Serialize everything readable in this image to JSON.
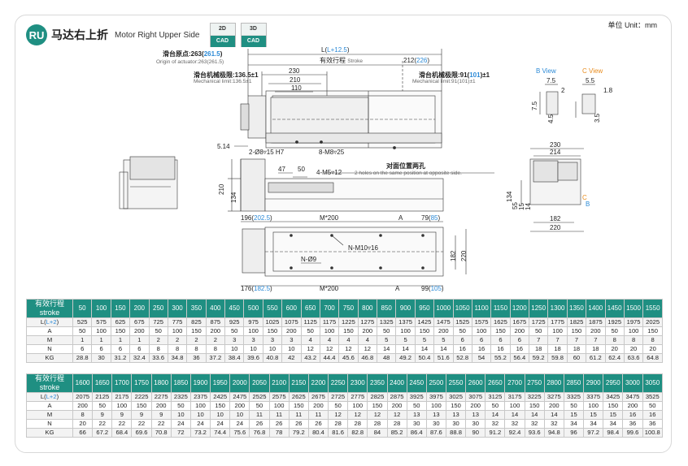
{
  "header": {
    "badge": "RU",
    "title_cn": "马达右上折",
    "title_en": "Motor Right Upper Side",
    "cad2d_top": "2D",
    "cad2d_bottom": "CAD",
    "cad3d_top": "3D",
    "cad3d_bottom": "CAD",
    "unit": "单位 Unit：mm"
  },
  "drawing": {
    "total_length": "L(",
    "total_length_val": "L+12.5",
    "stroke_cn": "有效行程",
    "stroke_en": "Stroke",
    "dim_212": "212(",
    "dim_212_val": "226",
    "origin_cn": "滑台原点:263(",
    "origin_val": "261.5",
    "origin_en": "Origin of actuator:263(261.5)",
    "mech_limit_left_cn": "滑台机械极限:136.5±1",
    "mech_limit_left_en": "Mechanical limit:136.5±1",
    "mech_limit_right_cn": "滑台机械极限:91(",
    "mech_limit_right_val": "101",
    "mech_limit_right_en": "Mechanical limit:91(101)±1",
    "dim_230": "230",
    "dim_210": "210",
    "dim_110": "110",
    "dim_514": "5.14",
    "hole_2_8": "2-Ø8▿15 H7",
    "hole_8_m8": "8-M8▿25",
    "dim_47": "47",
    "dim_50": "50",
    "hole_4_m5": "4-M5▿12",
    "opp_cn": "对面位置两孔",
    "opp_en": "2 holes on the same position at opposite side.",
    "dim_210v": "210",
    "dim_134v": "134",
    "dim_196": "196(",
    "dim_196_val": "202.5",
    "m200": "M*200",
    "a": "A",
    "dim_79": "79(",
    "dim_79_val": "85",
    "n_m10": "N-M10▿16",
    "n_9": "N-Ø9",
    "dim_182v": "182",
    "dim_220v": "220",
    "dim_176": "176(",
    "dim_176_val": "182.5",
    "dim_99": "99(",
    "dim_99_val": "105",
    "bview": "B View",
    "cview": "C View",
    "b75": "7.5",
    "b2": "2",
    "b75v": "7.5",
    "b45": "4.5",
    "c55": "5.5",
    "c18": "1.8",
    "c35": "3.5",
    "r230": "230",
    "r214": "214",
    "r134": "134",
    "r55": "55",
    "r15": "15",
    "r14": "14",
    "r182": "182",
    "r220": "220",
    "rc": "C",
    "rb": "B"
  },
  "table1": {
    "label_cn": "有效行程",
    "label_en": "stroke",
    "strokes": [
      "50",
      "100",
      "150",
      "200",
      "250",
      "300",
      "350",
      "400",
      "450",
      "500",
      "550",
      "600",
      "650",
      "700",
      "750",
      "800",
      "850",
      "900",
      "950",
      "1000",
      "1050",
      "1100",
      "1150",
      "1200",
      "1250",
      "1300",
      "1350",
      "1400",
      "1450",
      "1500",
      "1550"
    ],
    "rows": [
      {
        "label": "L(L+2)",
        "values": [
          "525",
          "575",
          "625",
          "675",
          "725",
          "775",
          "825",
          "875",
          "925",
          "975",
          "1025",
          "1075",
          "1125",
          "1175",
          "1225",
          "1275",
          "1325",
          "1375",
          "1425",
          "1475",
          "1525",
          "1575",
          "1625",
          "1675",
          "1725",
          "1775",
          "1825",
          "1875",
          "1925",
          "1975",
          "2025"
        ]
      },
      {
        "label": "A",
        "values": [
          "50",
          "100",
          "150",
          "200",
          "50",
          "100",
          "150",
          "200",
          "50",
          "100",
          "150",
          "200",
          "50",
          "100",
          "150",
          "200",
          "50",
          "100",
          "150",
          "200",
          "50",
          "100",
          "150",
          "200",
          "50",
          "100",
          "150",
          "200",
          "50",
          "100",
          "150"
        ]
      },
      {
        "label": "M",
        "values": [
          "1",
          "1",
          "1",
          "1",
          "2",
          "2",
          "2",
          "2",
          "3",
          "3",
          "3",
          "3",
          "4",
          "4",
          "4",
          "4",
          "5",
          "5",
          "5",
          "5",
          "6",
          "6",
          "6",
          "6",
          "7",
          "7",
          "7",
          "7",
          "8",
          "8",
          "8"
        ]
      },
      {
        "label": "N",
        "values": [
          "6",
          "6",
          "6",
          "6",
          "8",
          "8",
          "8",
          "8",
          "10",
          "10",
          "10",
          "10",
          "12",
          "12",
          "12",
          "12",
          "14",
          "14",
          "14",
          "14",
          "16",
          "16",
          "16",
          "16",
          "18",
          "18",
          "18",
          "18",
          "20",
          "20",
          "20"
        ]
      },
      {
        "label": "KG",
        "values": [
          "28.8",
          "30",
          "31.2",
          "32.4",
          "33.6",
          "34.8",
          "36",
          "37.2",
          "38.4",
          "39.6",
          "40.8",
          "42",
          "43.2",
          "44.4",
          "45.6",
          "46.8",
          "48",
          "49.2",
          "50.4",
          "51.6",
          "52.8",
          "54",
          "55.2",
          "56.4",
          "59.2",
          "59.8",
          "60",
          "61.2",
          "62.4",
          "63.6",
          "64.8"
        ]
      }
    ]
  },
  "table2": {
    "label_cn": "有效行程",
    "label_en": "stroke",
    "strokes": [
      "1600",
      "1650",
      "1700",
      "1750",
      "1800",
      "1850",
      "1900",
      "1950",
      "2000",
      "2050",
      "2100",
      "2150",
      "2200",
      "2250",
      "2300",
      "2350",
      "2400",
      "2450",
      "2500",
      "2550",
      "2600",
      "2650",
      "2700",
      "2750",
      "2800",
      "2850",
      "2900",
      "2950",
      "3000",
      "3050"
    ],
    "rows": [
      {
        "label": "L(L+2)",
        "values": [
          "2075",
          "2125",
          "2175",
          "2225",
          "2275",
          "2325",
          "2375",
          "2425",
          "2475",
          "2525",
          "2575",
          "2625",
          "2675",
          "2725",
          "2775",
          "2825",
          "2875",
          "3925",
          "3975",
          "3025",
          "3075",
          "3125",
          "3175",
          "3225",
          "3275",
          "3325",
          "3375",
          "3425",
          "3475",
          "3525"
        ]
      },
      {
        "label": "A",
        "values": [
          "200",
          "50",
          "100",
          "150",
          "200",
          "50",
          "100",
          "150",
          "200",
          "50",
          "100",
          "150",
          "200",
          "50",
          "100",
          "150",
          "200",
          "50",
          "100",
          "150",
          "200",
          "50",
          "100",
          "150",
          "200",
          "50",
          "100",
          "150",
          "200",
          "50"
        ]
      },
      {
        "label": "M",
        "values": [
          "8",
          "9",
          "9",
          "9",
          "9",
          "10",
          "10",
          "10",
          "10",
          "11",
          "11",
          "11",
          "11",
          "12",
          "12",
          "12",
          "12",
          "13",
          "13",
          "13",
          "13",
          "14",
          "14",
          "14",
          "14",
          "15",
          "15",
          "15",
          "16",
          "16"
        ]
      },
      {
        "label": "N",
        "values": [
          "20",
          "22",
          "22",
          "22",
          "22",
          "24",
          "24",
          "24",
          "24",
          "26",
          "26",
          "26",
          "26",
          "28",
          "28",
          "28",
          "28",
          "30",
          "30",
          "30",
          "30",
          "32",
          "32",
          "32",
          "32",
          "34",
          "34",
          "34",
          "36",
          "36"
        ]
      },
      {
        "label": "KG",
        "values": [
          "66",
          "67.2",
          "68.4",
          "69.6",
          "70.8",
          "72",
          "73.2",
          "74.4",
          "75.6",
          "76.8",
          "78",
          "79.2",
          "80.4",
          "81.6",
          "82.8",
          "84",
          "85.2",
          "86.4",
          "87.6",
          "88.8",
          "90",
          "91.2",
          "92.4",
          "93.6",
          "94.8",
          "96",
          "97.2",
          "98.4",
          "99.6",
          "100.8"
        ]
      }
    ]
  },
  "colors": {
    "teal": "#1f8f82",
    "blue": "#2c8ad6",
    "orange": "#e88b1c"
  }
}
